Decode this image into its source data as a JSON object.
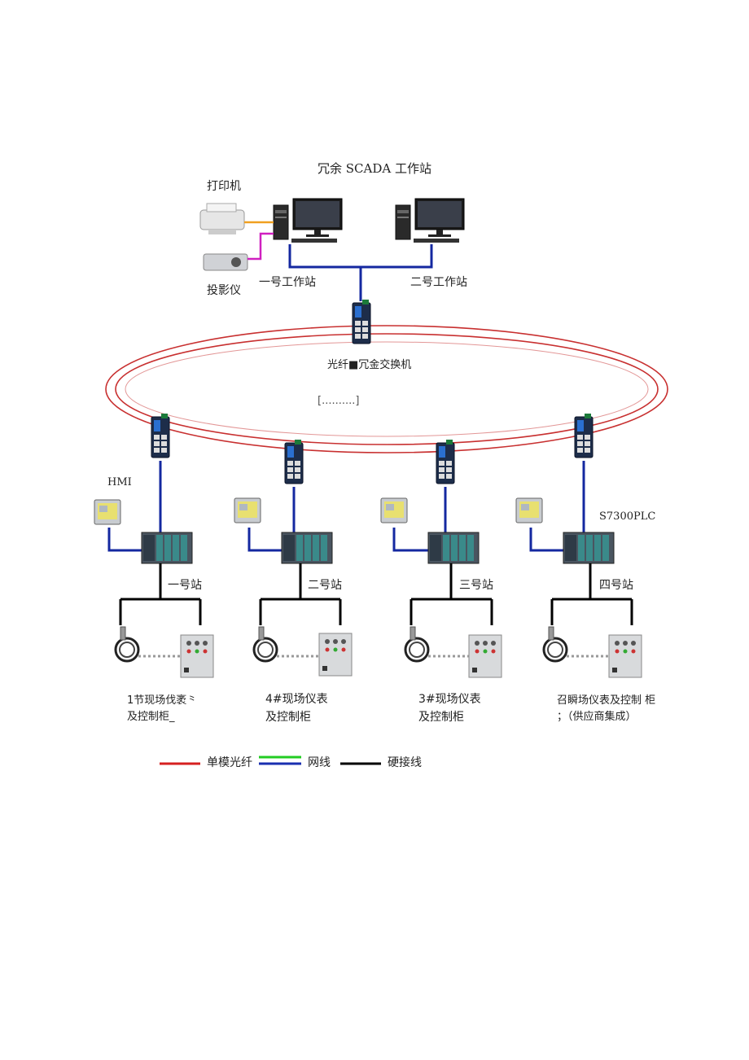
{
  "title": "冗余 SCADA 工作站",
  "devices": {
    "printer": "打印机",
    "projector": "投影仪",
    "ws1": "一号工作站",
    "ws2": "二号工作站",
    "core_switch": "光纤■冗金交换机",
    "ring_note": "[..........]",
    "hmi": "HMI",
    "plc": "S7300PLC"
  },
  "stations": [
    {
      "name": "一号站",
      "field_line1": "1节现场伐袤⺀",
      "field_line2": "及控制柜_"
    },
    {
      "name": "二号站",
      "field_line1": "4#现场仪表",
      "field_line2": "及控制柜"
    },
    {
      "name": "三号站",
      "field_line1": "3#现场仪表",
      "field_line2": "及控制柜"
    },
    {
      "name": "四号站",
      "field_line1": "召瞬场仪表及控制 柜",
      "field_line2": "；（供应商集成）"
    }
  ],
  "legend": [
    {
      "label": "单模光纤",
      "color": "#d62020"
    },
    {
      "label": "网线",
      "color": "#1a2fb0",
      "color2": "#22cc22"
    },
    {
      "label": "硬接线",
      "color": "#000000"
    }
  ],
  "colors": {
    "fiber": "#c83030",
    "network": "#1428a0",
    "hardwire": "#000000",
    "printer_link": "#f0a020",
    "projector_link": "#d020c0"
  }
}
